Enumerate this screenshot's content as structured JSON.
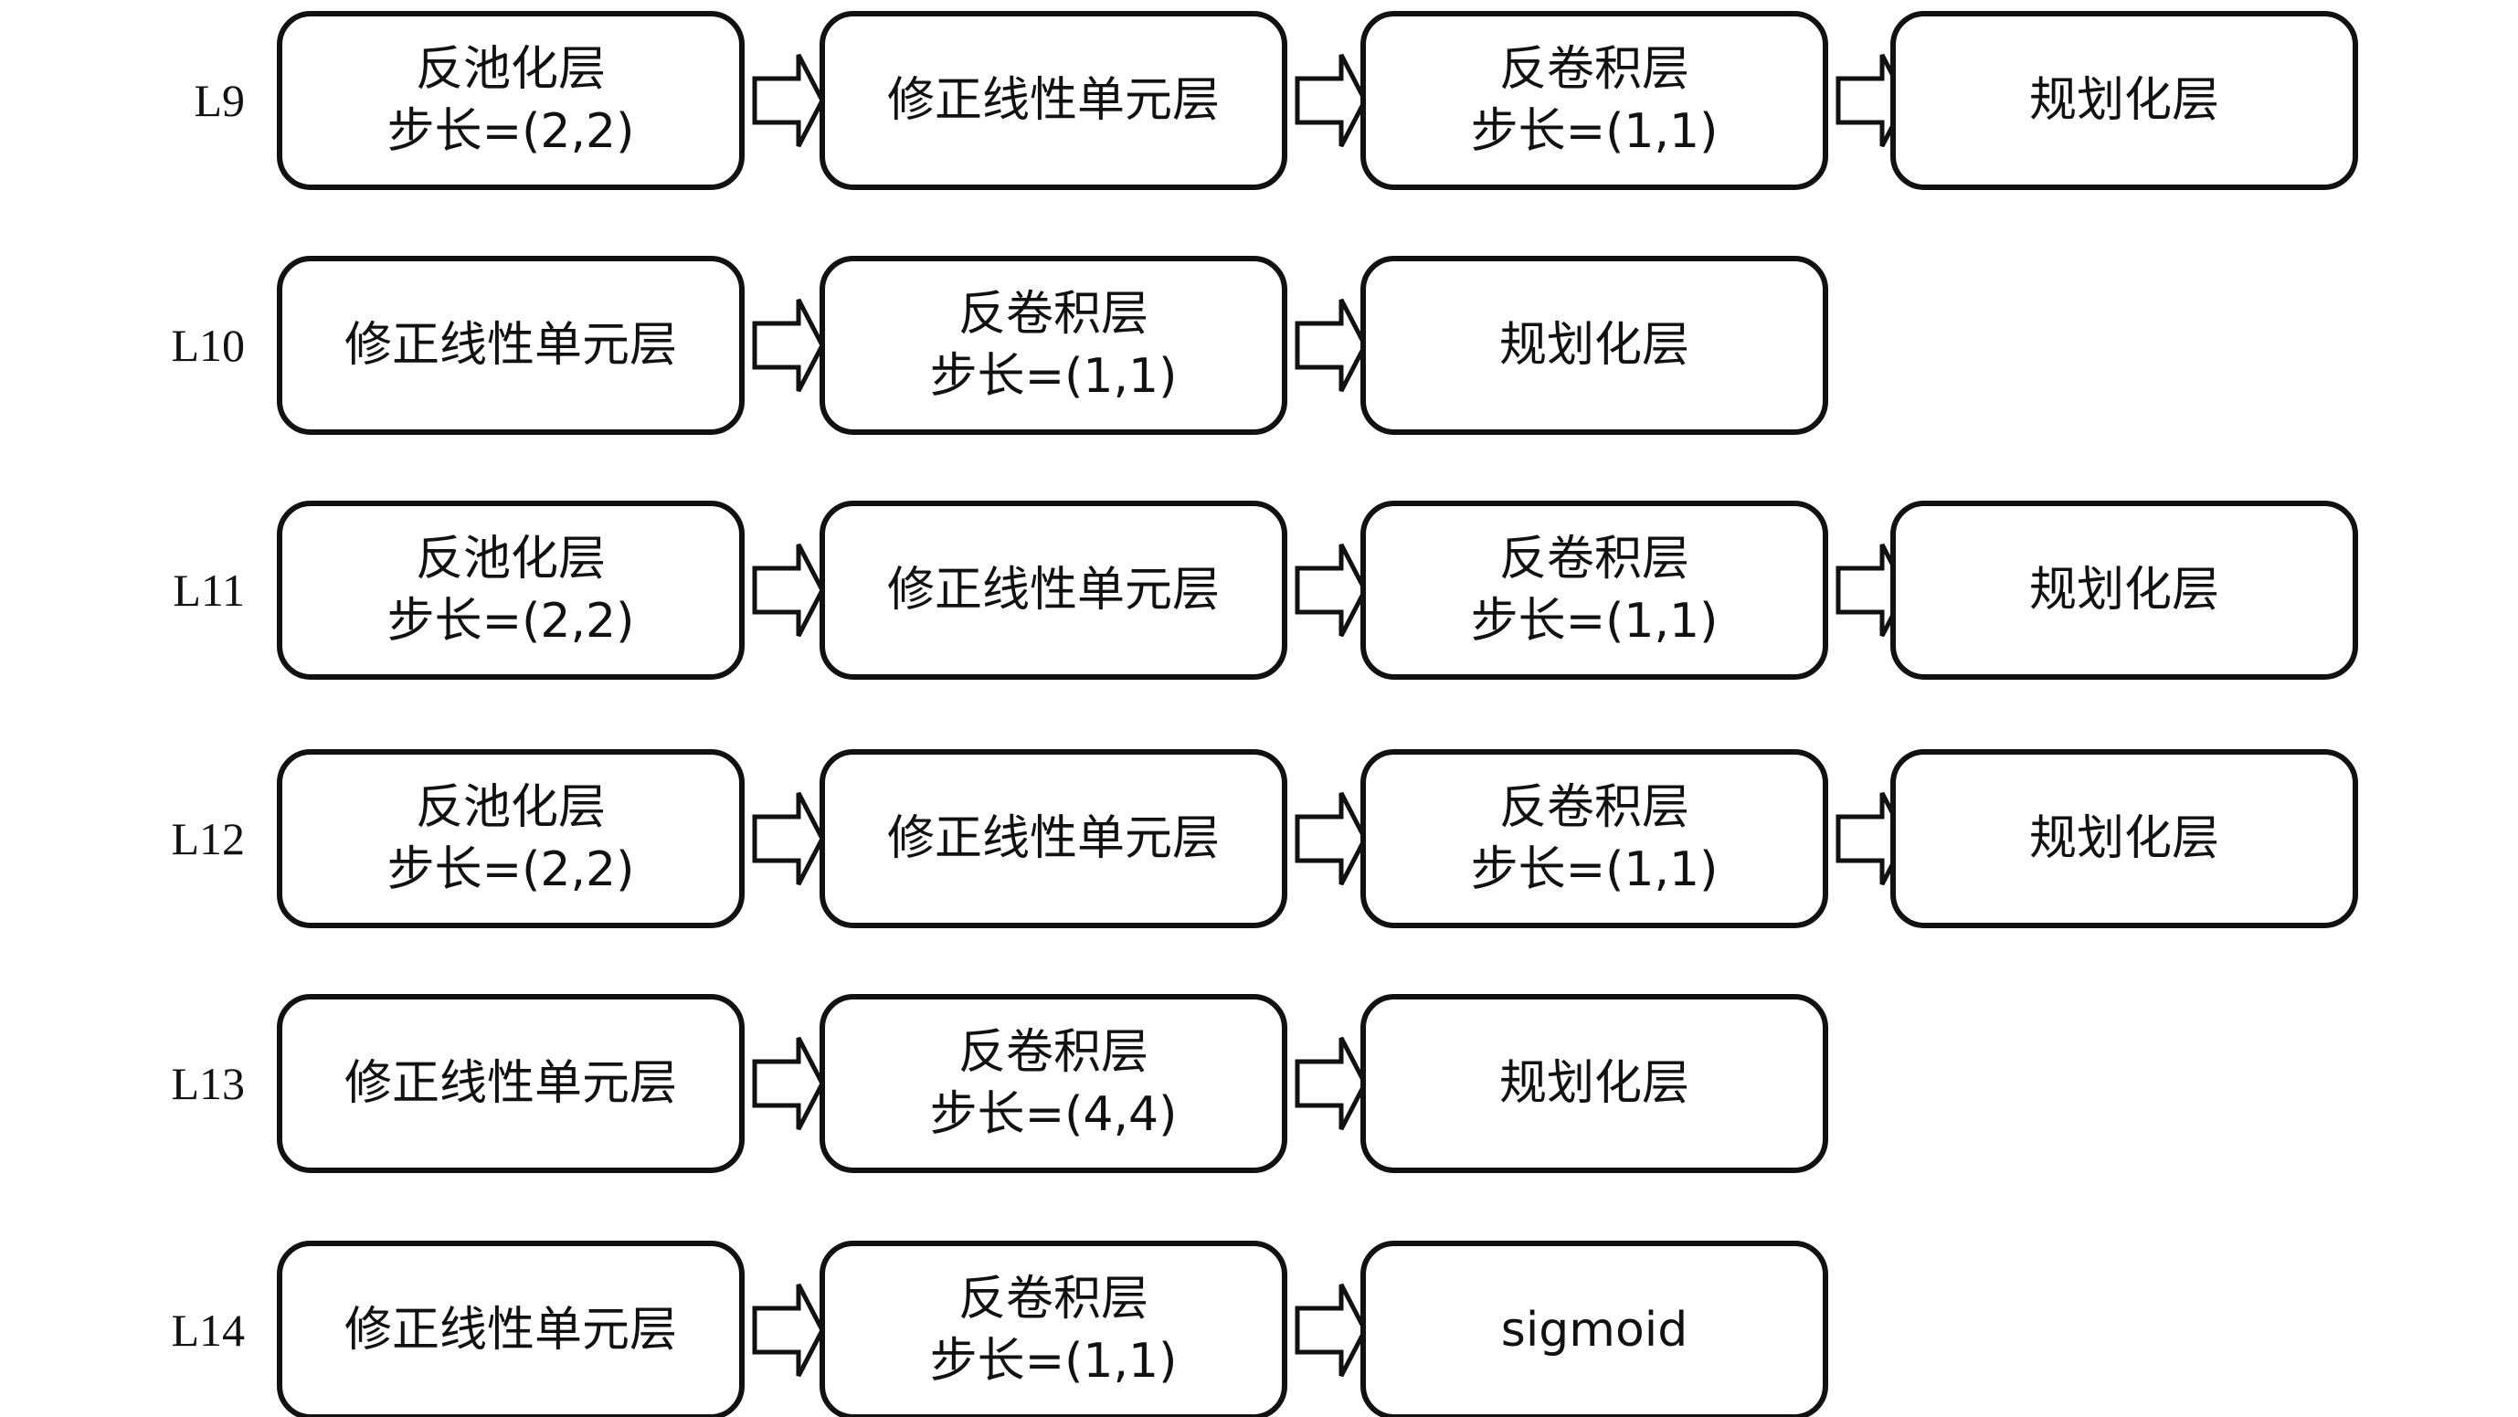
{
  "rows": [
    {
      "label": "L9",
      "boxes": [
        [
          "反池化层",
          "步长=(2,2)"
        ],
        [
          "修正线性单元层"
        ],
        [
          "反卷积层",
          "步长=(1,1)"
        ],
        [
          "规划化层"
        ]
      ]
    },
    {
      "label": "L10",
      "boxes": [
        [
          "修正线性单元层"
        ],
        [
          "反卷积层",
          "步长=(1,1)"
        ],
        [
          "规划化层"
        ]
      ]
    },
    {
      "label": "L11",
      "boxes": [
        [
          "反池化层",
          "步长=(2,2)"
        ],
        [
          "修正线性单元层"
        ],
        [
          "反卷积层",
          "步长=(1,1)"
        ],
        [
          "规划化层"
        ]
      ]
    },
    {
      "label": "L12",
      "boxes": [
        [
          "反池化层",
          "步长=(2,2)"
        ],
        [
          "修正线性单元层"
        ],
        [
          "反卷积层",
          "步长=(1,1)"
        ],
        [
          "规划化层"
        ]
      ]
    },
    {
      "label": "L13",
      "boxes": [
        [
          "修正线性单元层"
        ],
        [
          "反卷积层",
          "步长=(4,4)"
        ],
        [
          "规划化层"
        ]
      ]
    },
    {
      "label": "L14",
      "boxes": [
        [
          "修正线性单元层"
        ],
        [
          "反卷积层",
          "步长=(1,1)"
        ],
        [
          "sigmoid"
        ]
      ]
    }
  ]
}
